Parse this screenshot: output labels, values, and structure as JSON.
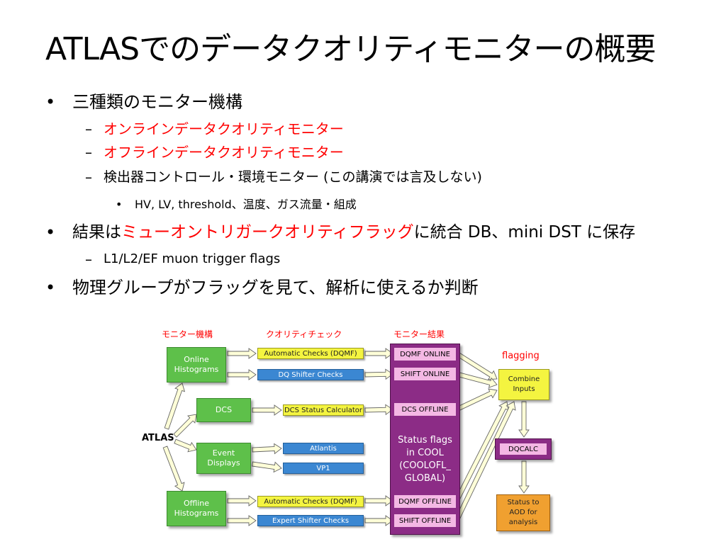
{
  "title": "ATLASでのデータクオリティモニターの概要",
  "bullets": {
    "l1_1": "三種類のモニター機構",
    "l2_1": "オンラインデータクオリティモニター",
    "l2_2": "オフラインデータクオリティモニター",
    "l2_3": "検出器コントロール・環境モニター (この講演では言及しない)",
    "l3_1": "HV, LV, threshold、温度、ガス流量・組成",
    "l1_2_pre": "結果は",
    "l1_2_red": "ミューオントリガークオリティフラッグ",
    "l1_2_post": "に統合 DB、mini DST に保存",
    "l2_4": "L1/L2/EF muon trigger flags",
    "l1_3": "物理グループがフラッグを見て、解析に使えるか判断",
    "bullet_marker": "•",
    "dash_marker": "–"
  },
  "diagram": {
    "headers": {
      "monitor": "モニター機構",
      "quality": "クオリティチェック",
      "result": "モニター結果",
      "flagging": "flagging"
    },
    "atlas": "ATLAS",
    "sources": {
      "online": [
        "Online",
        "Histograms"
      ],
      "dcs": "DCS",
      "event": [
        "Event",
        "Displays"
      ],
      "offline": [
        "Offline",
        "Histograms"
      ]
    },
    "checks": {
      "auto_online": "Automatic Checks (DQMF)",
      "dq_shifter": "DQ Shifter Checks",
      "dcs_calc": "DCS Status Calculator",
      "atlantis": "Atlantis",
      "vp1": "VP1",
      "auto_offline": "Automatic Checks (DQMF)",
      "expert_shifter": "Expert Shifter Checks"
    },
    "results": {
      "dqmf_online": "DQMF ONLINE",
      "shift_online": "SHIFT ONLINE",
      "dcs_offline": "DCS OFFLINE",
      "status_flags": [
        "Status flags",
        "in COOL",
        "(COOLOFL_",
        "GLOBAL)"
      ],
      "dqmf_offline": "DQMF OFFLINE",
      "shift_offline": "SHIFT OFFLINE"
    },
    "outputs": {
      "combine": [
        "Combine",
        "Inputs"
      ],
      "dqcalc": "DQCALC",
      "status_aod": [
        "Status to",
        "AOD for",
        "analysis"
      ]
    },
    "colors": {
      "red": "#ff0000",
      "green": "#5ec04a",
      "yellow": "#f4f440",
      "blue": "#3b87d2",
      "purple": "#8c2c86",
      "pink": "#f4b8e4",
      "orange": "#f0a030"
    }
  }
}
